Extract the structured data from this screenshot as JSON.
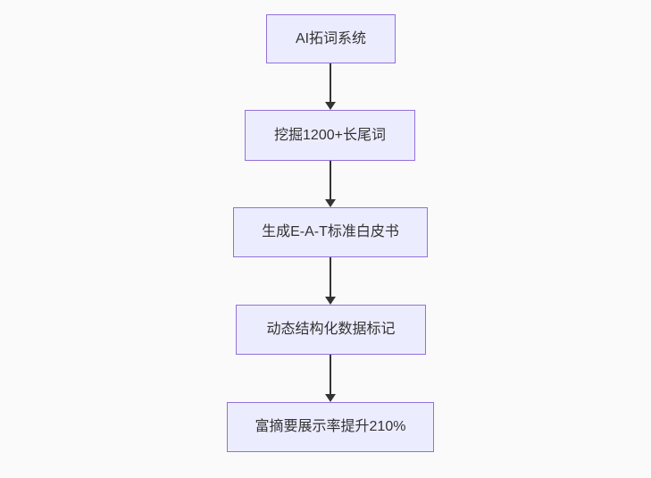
{
  "flowchart": {
    "type": "flowchart-top-down",
    "colors": {
      "canvas_bg": "#fafafa",
      "node_fill": "#ececff",
      "node_border": "#9370db",
      "arrow_color": "#333333",
      "text_color": "#333333"
    },
    "nodes": [
      {
        "label": "AI拓词系统"
      },
      {
        "label": "挖掘1200+长尾词"
      },
      {
        "label": "生成E-A-T标准白皮书"
      },
      {
        "label": "动态结构化数据标记"
      },
      {
        "label": "富摘要展示率提升210%"
      }
    ],
    "edges": [
      {
        "from": 0,
        "to": 1,
        "style": "arrow-down"
      },
      {
        "from": 1,
        "to": 2,
        "style": "arrow-down"
      },
      {
        "from": 2,
        "to": 3,
        "style": "arrow-down"
      },
      {
        "from": 3,
        "to": 4,
        "style": "arrow-down"
      }
    ]
  }
}
